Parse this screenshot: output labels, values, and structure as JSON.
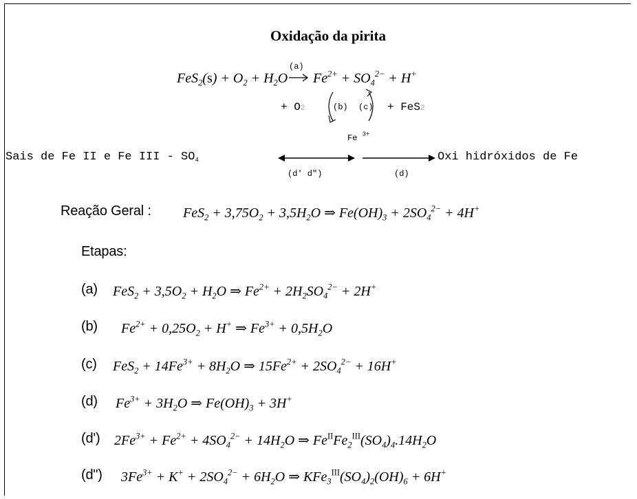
{
  "title": "Oxidação da pirita",
  "scheme": {
    "main_lhs": "FeS₂(s) + O₂ + H₂O",
    "step_a_label": "(a)",
    "main_rhs": "Fe²⁺ + SO₄²⁻ + H⁺",
    "cycle_o2": "+ O₂",
    "cycle_label_b": "(b)",
    "cycle_label_c": "(c)",
    "cycle_fes2": "+ FeS₂",
    "fe3": "Fe³⁺",
    "left_text": "Sais de Fe II e Fe III - SO₄",
    "left_arrow_label": "(d′  d″)",
    "right_arrow_label": "(d)",
    "right_text": "Oxi hidróxidos de Fe"
  },
  "general_reaction": {
    "label": "Reação Geral :",
    "equation": "FeS₂ + 3,75O₂ + 3,5H₂O ⇒ Fe(OH)₃ + 2SO₄²⁻ + 4H⁺"
  },
  "steps_heading": "Etapas:",
  "steps": [
    {
      "label": "(a)",
      "equation": "FeS₂ + 3,5O₂ + H₂O ⇒ Fe²⁺ + 2H₂SO₄²⁻ + 2H⁺"
    },
    {
      "label": "(b)",
      "equation": "Fe²⁺ + 0,25O₂ + H⁺ ⇒ Fe³⁺ + 0,5H₂O"
    },
    {
      "label": "(c)",
      "equation": "FeS₂ + 14Fe³⁺ + 8H₂O ⇒ 15Fe²⁺ + 2SO₄²⁻ + 16H⁺"
    },
    {
      "label": "(d)",
      "equation": "Fe³⁺ + 3H₂O ⇒ Fe(OH)₃ + 3H⁺"
    },
    {
      "label": "(d')",
      "equation": "2Fe³⁺ + Fe²⁺ + 4SO₄²⁻ + 14H₂O ⇒ Feᴵᴵ Fe₂ᴵᴵᴵ(SO₄)₄.14H₂O"
    },
    {
      "label": "(d\")",
      "equation": "3Fe³⁺ + K⁺ + 2SO₄²⁻ + 6H₂O ⇒ KFe₃ᴵᴵᴵ(SO₄)₂(OH)₆ + 6H⁺"
    }
  ]
}
